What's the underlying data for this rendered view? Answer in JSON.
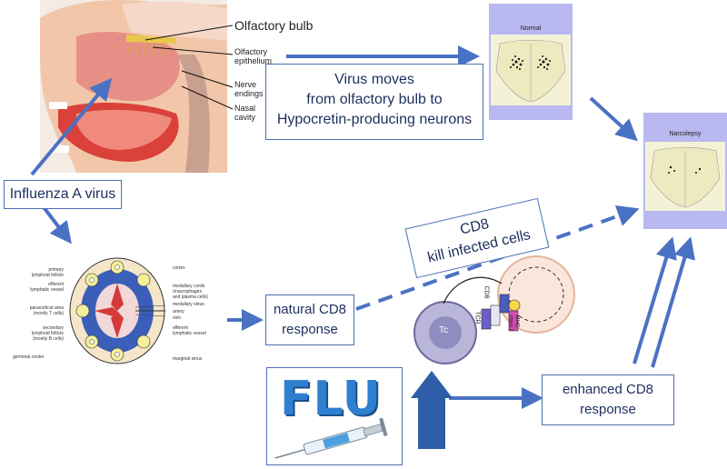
{
  "head_labels": {
    "olfactory_bulb": "Olfactory bulb",
    "olfactory_epithelium": "Olfactory\nepithelium",
    "nerve_endings": "Nerve\nendings",
    "nasal_cavity": "Nasal\ncavity"
  },
  "boxes": {
    "influenza": "Influenza A virus",
    "virus_moves": "Virus moves\nfrom olfactory bulb to\nHypocretin-producing neurons",
    "cd8_kill": "CD8\nkill infected cells",
    "natural_cd8": "natural CD8\nresponse",
    "enhanced_cd8": "enhanced CD8\nresponse"
  },
  "panels": {
    "normal": "Normal",
    "narcolepsy": "Narcolepsy"
  },
  "lymph_labels": {
    "primary_follicle": "primary\nlymphoid follicle",
    "efferent_vessel": "efferent\nlymphatic vessel",
    "paracortical": "paracortical area\n(mostly T cells)",
    "secondary_follicle": "secondary\nlymphoid follicle\n(mostly B cells)",
    "germinal_center": "germinal center",
    "cortex": "cortex",
    "medullary_cords": "medullary cords\n(macrophages\nand plasma cells)",
    "medullary_sinus": "medullary sinus",
    "artery": "artery",
    "vein": "vein",
    "efferent_lymph": "efferent\nlymphatic vessel",
    "marginal_sinus": "marginal sinus"
  },
  "cell_labels": {
    "tc": "Tc",
    "tcr": "TCR",
    "cd8": "CD8",
    "mhc": "MHC\nclass I"
  },
  "flu_text": "FLU",
  "colors": {
    "arrow": "#4a72c4",
    "box_border": "#4a6fb5",
    "panel": "#b9b8f0",
    "flu_blue": "#2e7fd0"
  }
}
